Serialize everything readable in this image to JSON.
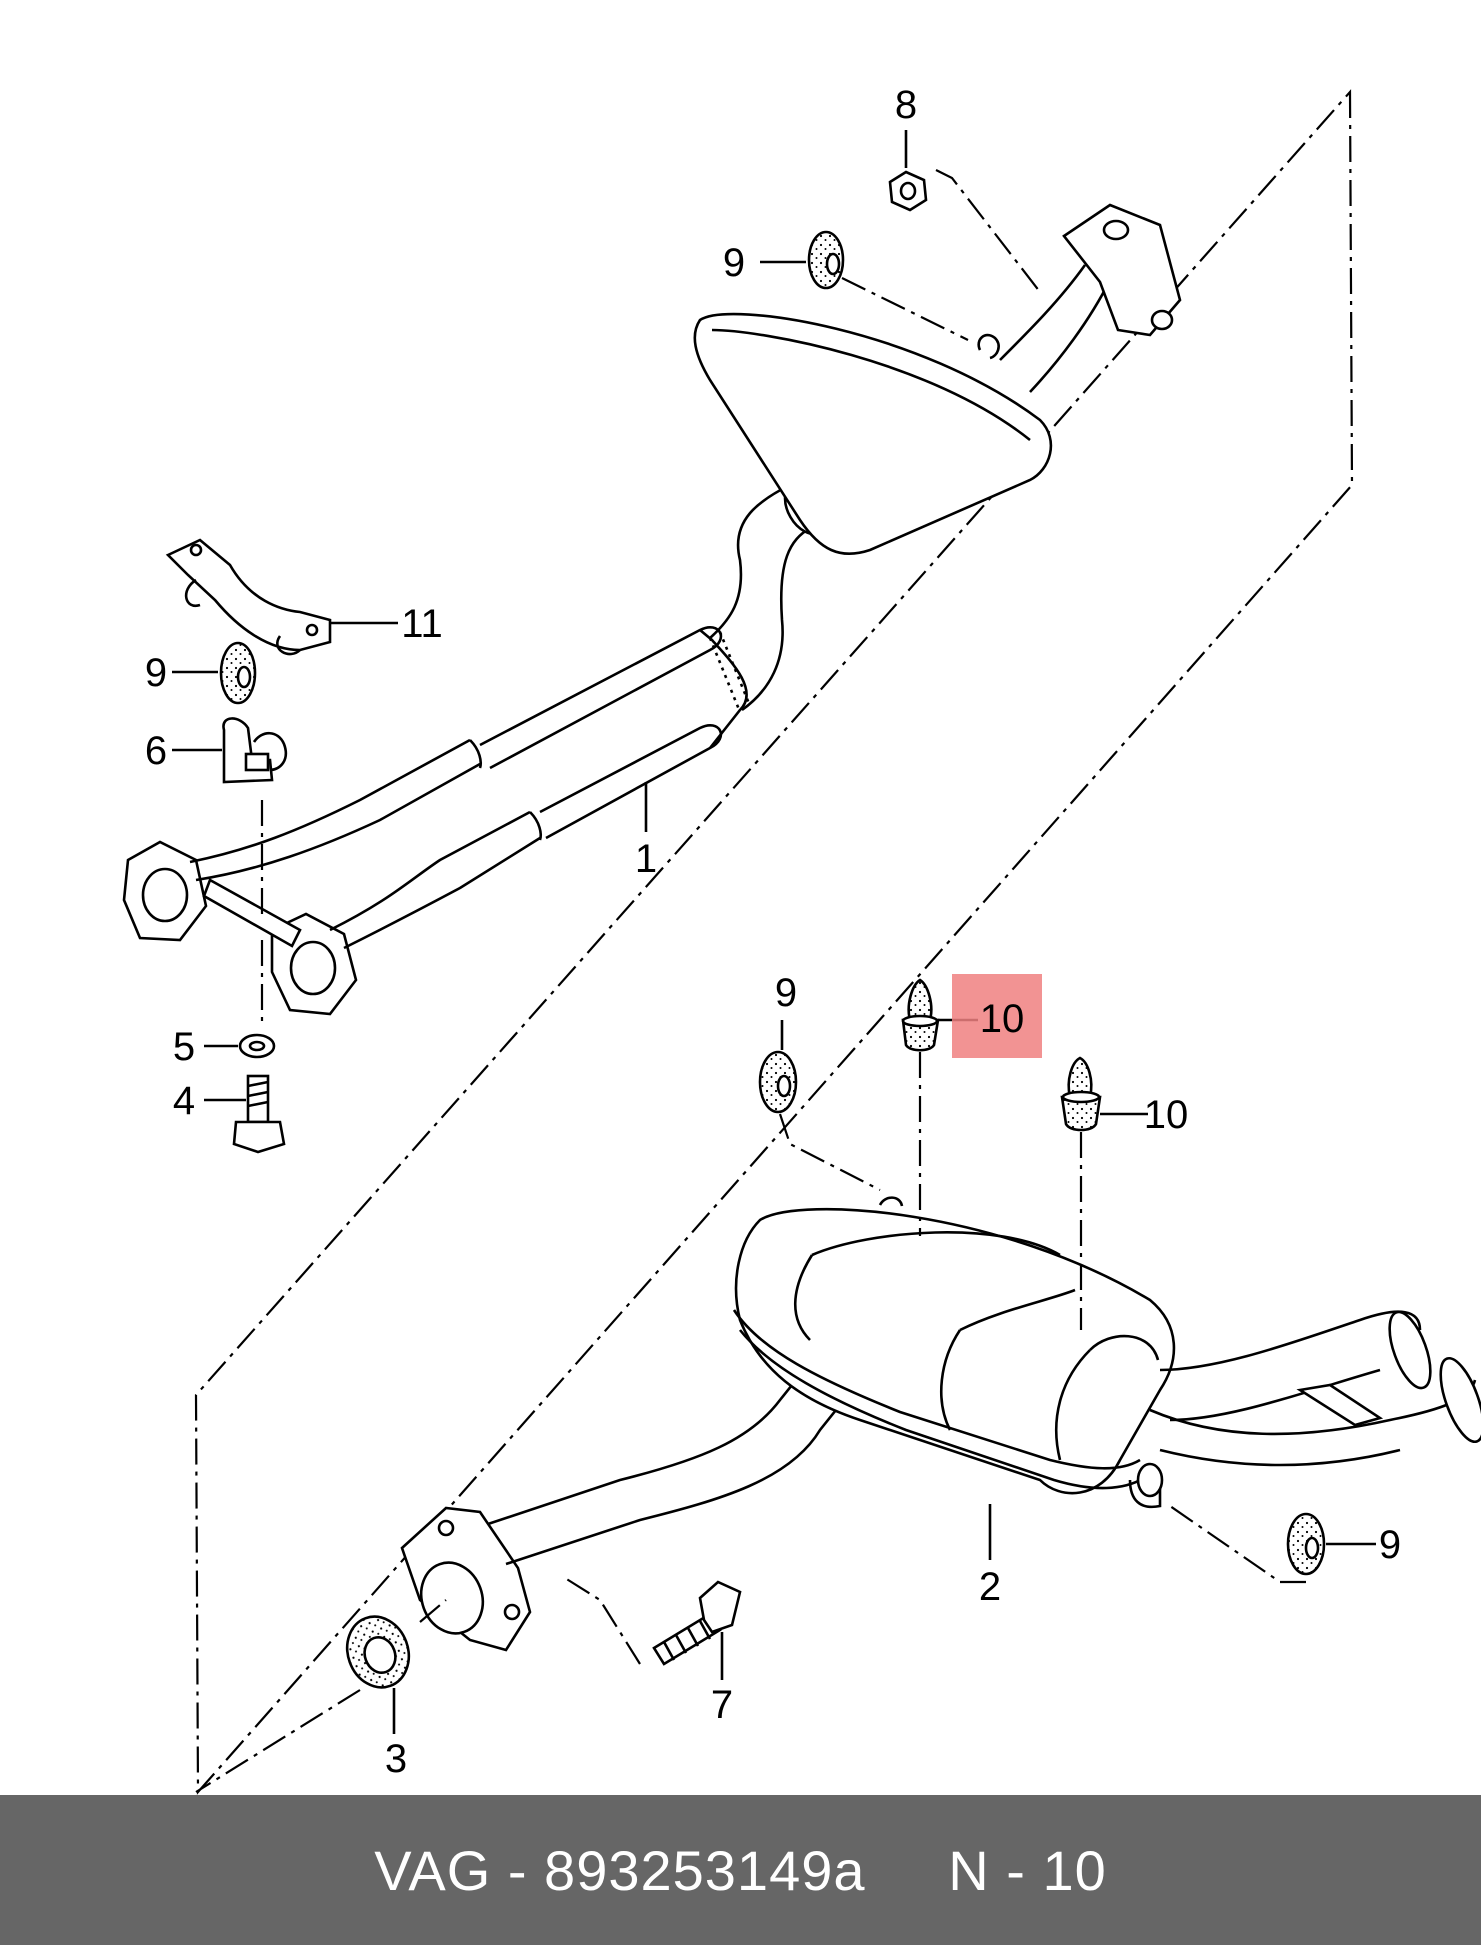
{
  "callouts": [
    {
      "id": "c8",
      "text": "8"
    },
    {
      "id": "c9a",
      "text": "9"
    },
    {
      "id": "c11",
      "text": "11"
    },
    {
      "id": "c9b",
      "text": "9"
    },
    {
      "id": "c6",
      "text": "6"
    },
    {
      "id": "c1",
      "text": "1"
    },
    {
      "id": "c5",
      "text": "5"
    },
    {
      "id": "c4",
      "text": "4"
    },
    {
      "id": "c9c",
      "text": "9"
    },
    {
      "id": "c10a",
      "text": "10"
    },
    {
      "id": "c10b",
      "text": "10"
    },
    {
      "id": "c9d",
      "text": "9"
    },
    {
      "id": "c2",
      "text": "2"
    },
    {
      "id": "c7",
      "text": "7"
    },
    {
      "id": "c3",
      "text": "3"
    }
  ],
  "highlight": {
    "target": "10",
    "color": "#f08080"
  },
  "footer": {
    "text": "VAG - 893253149a     N - 10",
    "background": "#666666",
    "text_color": "#ffffff"
  }
}
